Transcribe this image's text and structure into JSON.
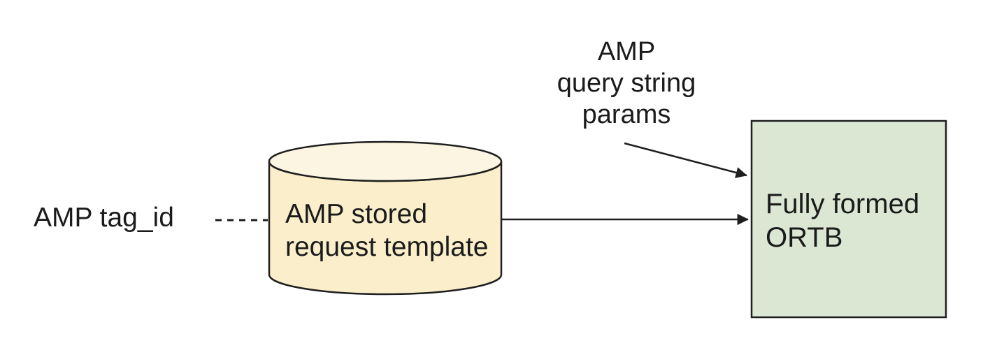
{
  "diagram": {
    "kind": "flow-diagram",
    "colors": {
      "background": "#ffffff",
      "stroke": "#1f1f1f",
      "text": "#1b1b1b",
      "cylinder_fill": "#FAEECB",
      "cylinder_top_fill": "#FCF5E1",
      "box_fill": "#DBE7D3"
    },
    "nodes": {
      "tag_id_label": {
        "text": "AMP tag_id"
      },
      "stored_request_cylinder": {
        "label": "AMP stored\nrequest template",
        "shape": "cylinder"
      },
      "ortb_box": {
        "label": "Fully formed\nORTB",
        "shape": "rectangle"
      },
      "query_params_label": {
        "text": "AMP\nquery string\nparams"
      }
    },
    "connectors": {
      "tag_id_to_cylinder": {
        "from": "tag_id_label",
        "to": "stored_request_cylinder",
        "style": "dashed",
        "arrowhead": false
      },
      "cylinder_to_box": {
        "from": "stored_request_cylinder",
        "to": "ortb_box",
        "style": "solid",
        "arrowhead": true
      },
      "params_to_box": {
        "from": "query_params_label",
        "to": "ortb_box",
        "style": "solid",
        "arrowhead": true
      }
    }
  }
}
